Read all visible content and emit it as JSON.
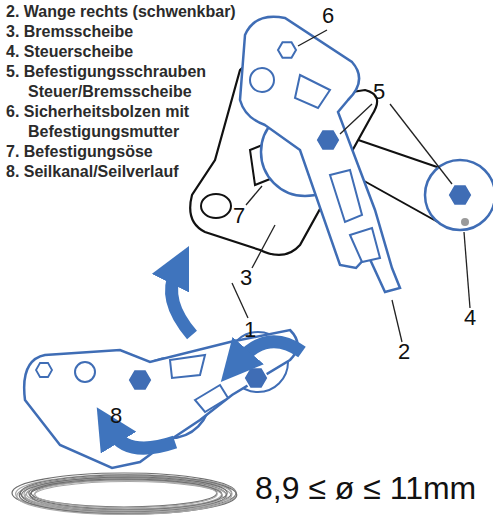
{
  "diagram": {
    "labels": [
      "2. Wange rechts (schwenkbar)",
      "3. Bremsscheibe",
      "4. Steuerscheibe",
      "5. Befestigungsschrauben Steuer/Bremsscheibe",
      "6. Sicherheitsbolzen mit Befestigungsmutter",
      "7. Befestigungsöse",
      "8. Seilkanal/Seilverlauf",
      "6",
      "5",
      "7",
      "3",
      "1",
      "2",
      "4",
      "8",
      "8,9 ≤ ø ≤ 11mm"
    ]
  }
}
